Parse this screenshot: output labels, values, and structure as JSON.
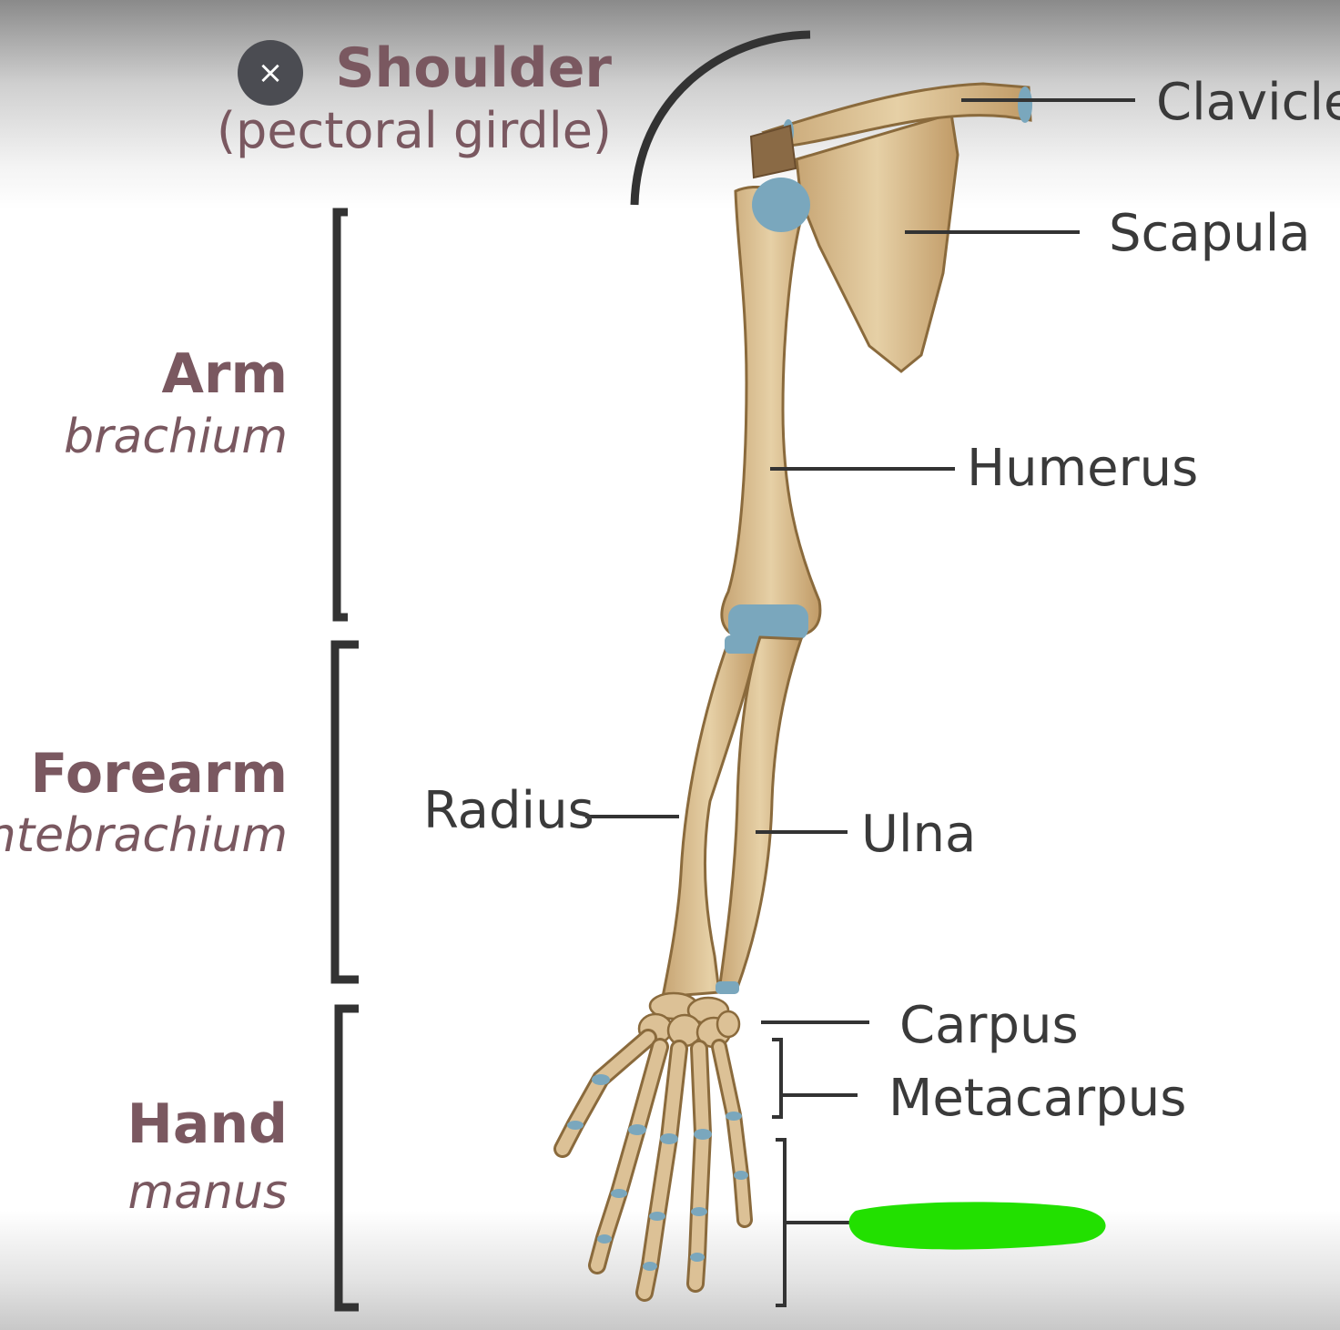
{
  "close_button": {
    "label": "×"
  },
  "regions": {
    "shoulder": {
      "title": "Shoulder",
      "subtitle": "(pectoral girdle)"
    },
    "arm": {
      "title": "Arm",
      "subtitle": "brachium"
    },
    "forearm": {
      "title": "Forearm",
      "subtitle": "antebrachium"
    },
    "hand": {
      "title": "Hand",
      "subtitle": "manus"
    }
  },
  "bones": {
    "clavicle": "Clavicle",
    "scapula": "Scapula",
    "humerus": "Humerus",
    "radius": "Radius",
    "ulna": "Ulna",
    "carpus": "Carpus",
    "metacarpus": "Metacarpus"
  },
  "colors": {
    "region_text": "#7a5860",
    "label_text": "#3a3a3a",
    "bone_fill": "#dcc196",
    "bone_stroke": "#8a6a3c",
    "cartilage": "#7aa7bd",
    "bracket": "#333333",
    "redaction": "#22e000",
    "close_button_bg": "#4b4c52"
  }
}
